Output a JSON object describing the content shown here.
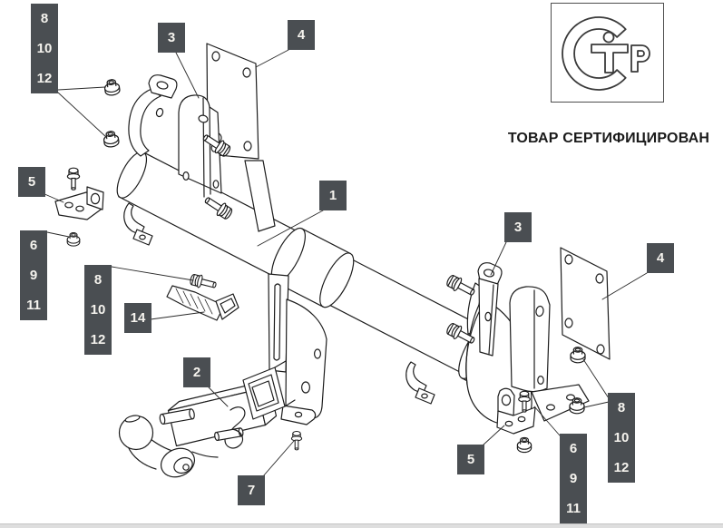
{
  "callouts": {
    "crossbar": "1",
    "ball_arm": "2",
    "bracket_left": "3",
    "plate_left": "4",
    "bracket_right": "3",
    "plate_right": "4",
    "small_bracket_left": "5",
    "small_bracket_right": "5",
    "small_bolt": "7",
    "lock_wedge": "14",
    "nuts_top_left": [
      "8",
      "10",
      "12"
    ],
    "hardware_left": [
      "6",
      "9",
      "11"
    ],
    "lock_hardware": [
      "8",
      "10",
      "12"
    ],
    "hardware_right": [
      "6",
      "9",
      "11"
    ],
    "nuts_right": [
      "8",
      "10",
      "12"
    ]
  },
  "certification": {
    "caption": "ТОВАР СЕРТИФИЦИРОВАН",
    "mark_letters": "СТР"
  },
  "colors": {
    "callout_bg": "#4a4e52",
    "callout_text": "#f5f3ee",
    "line": "#1d1d1d",
    "footer_bar": "#dedede",
    "cert_border": "#4e4e4e"
  }
}
